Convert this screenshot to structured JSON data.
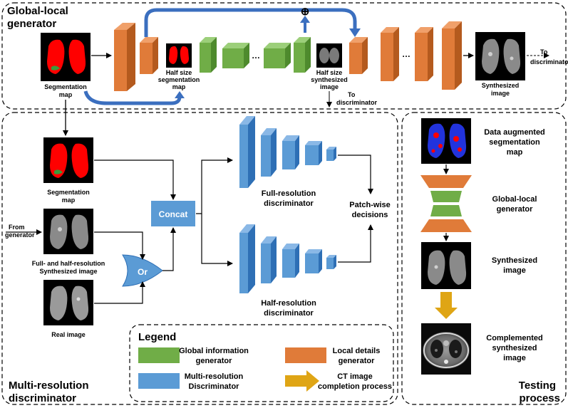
{
  "global_local_generator": {
    "title_line1": "Global-local",
    "title_line2": "generator",
    "segmentation_map_label_line1": "Segmentation",
    "segmentation_map_label_line2": "map",
    "half_seg_label_line1": "Half size",
    "half_seg_label_line2": "segmentation",
    "half_seg_label_line3": "map",
    "half_syn_label_line1": "Half size",
    "half_syn_label_line2": "synthesized",
    "half_syn_label_line3": "image",
    "to_discriminator_line1": "To",
    "to_discriminator_line2": "discriminator",
    "synthesized_label_line1": "Synthesized",
    "synthesized_label_line2": "image",
    "to_discriminator_right_line1": "To",
    "to_discriminator_right_line2": "discriminator",
    "ellipsis": "…",
    "sum_symbol": "⊕"
  },
  "multi_resolution_discriminator": {
    "title_line1": "Multi-resolution",
    "title_line2": "discriminator",
    "seg_label_line1": "Segmentation",
    "seg_label_line2": "map",
    "from_generator_line1": "From",
    "from_generator_line2": "generator",
    "synth_label_line1": "Full- and half-resolution",
    "synth_label_line2": "Synthesized image",
    "real_label": "Real image",
    "concat_label": "Concat",
    "or_label": "Or",
    "full_res_line1": "Full-resolution",
    "full_res_line2": "discriminator",
    "half_res_line1": "Half-resolution",
    "half_res_line2": "discriminator",
    "patch_line1": "Patch-wise",
    "patch_line2": "decisions"
  },
  "legend": {
    "title": "Legend",
    "global_line1": "Global information",
    "global_line2": "generator",
    "local_line1": "Local details",
    "local_line2": "generator",
    "multi_line1": "Multi-resolution",
    "multi_line2": "Discriminator",
    "ct_line1": "CT image",
    "ct_line2": "completion process"
  },
  "testing_process": {
    "title_line1": "Testing",
    "title_line2": "process",
    "aug_line1": "Data augmented",
    "aug_line2": "segmentation",
    "aug_line3": "map",
    "glg_line1": "Global-local",
    "glg_line2": "generator",
    "syn_line1": "Synthesized",
    "syn_line2": "image",
    "comp_line1": "Complemented",
    "comp_line2": "synthesized",
    "comp_line3": "image"
  },
  "colors": {
    "orange": "#e07b39",
    "orange_dark": "#b45a1e",
    "green": "#70ad47",
    "green_dark": "#4e8a2d",
    "blue": "#5b9bd5",
    "blue_dark": "#2e6fb5",
    "arrow_blue": "#3b6fbf",
    "gold": "#dfa515",
    "lung_red": "#ff0000",
    "lung_blue": "#2233dd"
  }
}
